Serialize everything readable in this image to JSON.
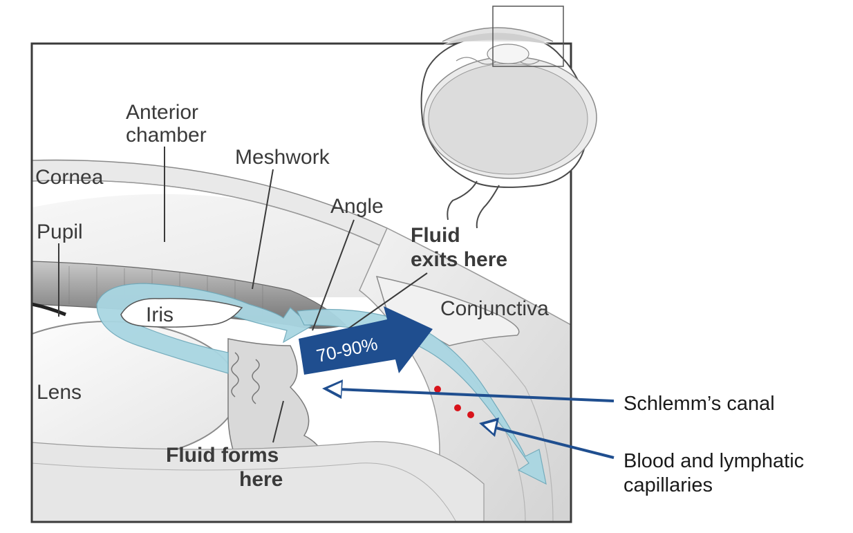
{
  "labels": {
    "anterior_chamber_line1": "Anterior",
    "anterior_chamber_line2": "chamber",
    "cornea": "Cornea",
    "meshwork": "Meshwork",
    "angle": "Angle",
    "pupil": "Pupil",
    "fluid_exits_line1": "Fluid",
    "fluid_exits_line2": "exits here",
    "iris": "Iris",
    "conjunctiva": "Conjunctiva",
    "lens": "Lens",
    "fluid_forms_line1": "Fluid forms",
    "fluid_forms_line2": "here",
    "percentage": "70-90%",
    "schlemms_canal": "Schlemm’s canal",
    "capillaries_line1": "Blood and lymphatic",
    "capillaries_line2": "capillaries"
  },
  "colors": {
    "fluid_flow": "#a9d6e2",
    "arrow_blue": "#1f4e8f",
    "capillary_dots": "#d8131b",
    "frame": "#3a3a3a"
  }
}
